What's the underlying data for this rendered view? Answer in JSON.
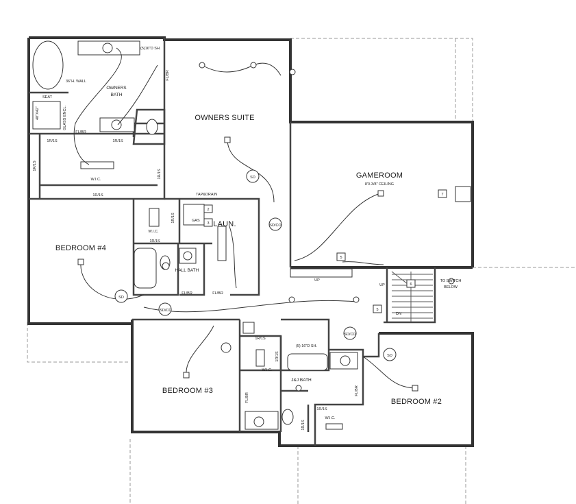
{
  "rooms": {
    "owners_suite": "OWNERS SUITE",
    "gameroom": "GAMEROOM",
    "gameroom_ceiling": "8'0-3/8\" CEILING",
    "bedroom4": "BEDROOM #4",
    "bedroom3": "BEDROOM #3",
    "bedroom2": "BEDROOM #2",
    "laundry": "LAUN.",
    "owners_bath_line1": "OWNERS",
    "owners_bath_line2": "BATH",
    "hall_bath": "HALL BATH",
    "jj_bath": "J&J BATH"
  },
  "notes": {
    "wall_36": "36\"H. WALL",
    "seat": "SEAT",
    "shower_size": "48\"X42\"",
    "glass_encl": "GLASS ENCL.",
    "shelf_owners": "(5)16\"D SH.",
    "shelf_jj": "(5) 16\"D SH.",
    "tap_drain": "TAP&DRAIN",
    "gas": "GAS",
    "to_switch_line1": "TO SWITCH",
    "to_switch_line2": "BELOW",
    "up_main": "UP",
    "up_stair": "UP",
    "dn_stair": "DN"
  },
  "labels": {
    "fl_br": "FL/BR",
    "one_r_one_s": "1R/1S",
    "sd_co": "SD/CO",
    "sd": "SD",
    "wic": "W.I.C.",
    "tag_2": "2",
    "tag_3": "3",
    "tag_5": "5",
    "tag_6": "6",
    "tag_7": "7"
  }
}
